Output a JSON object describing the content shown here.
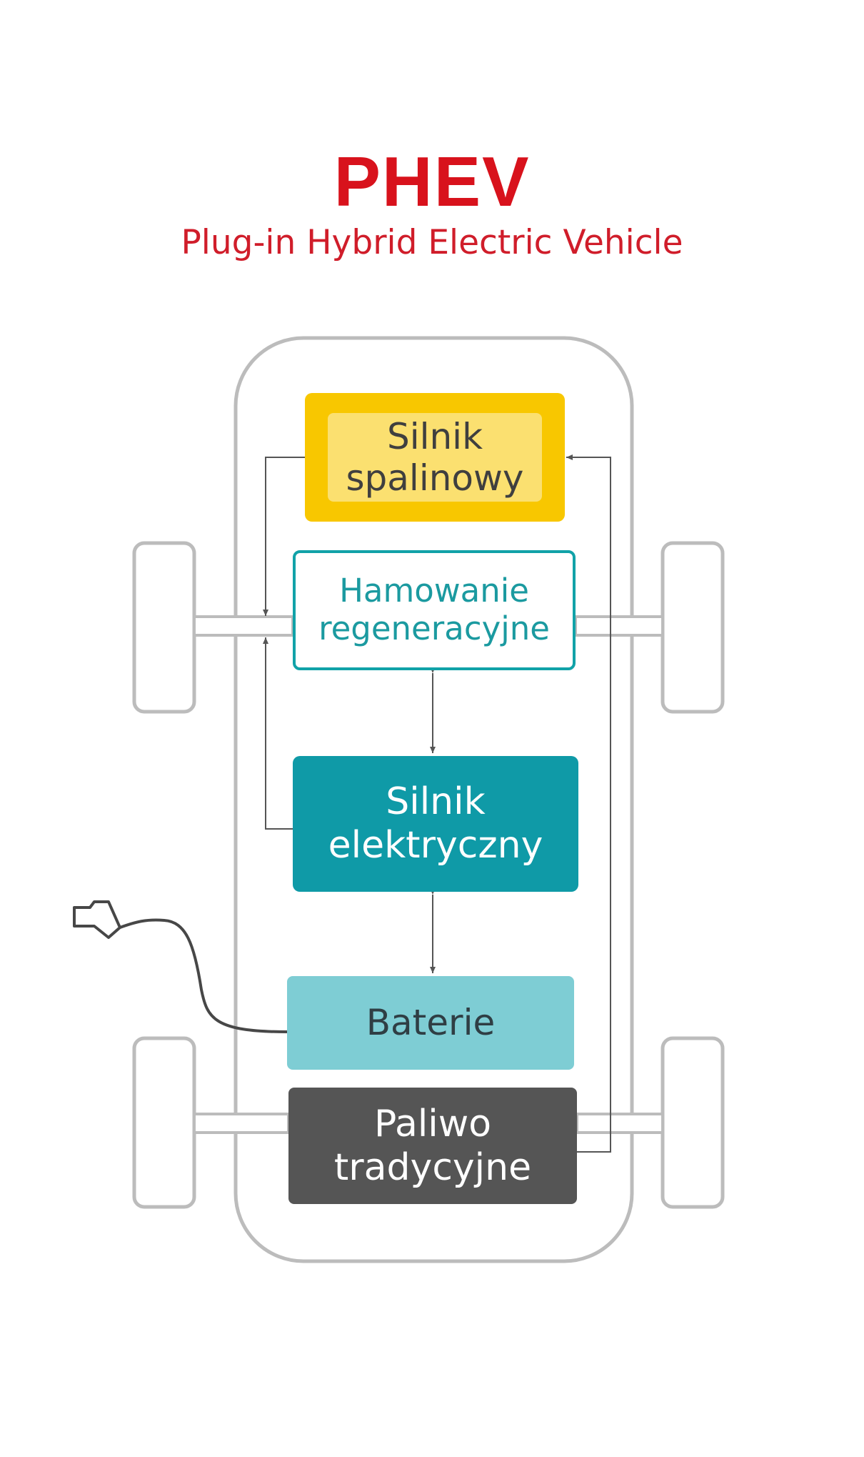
{
  "header": {
    "title": "PHEV",
    "subtitle": "Plug-in Hybrid Electric Vehicle"
  },
  "components": {
    "combustion_engine": {
      "line1": "Silnik",
      "line2": "spalinowy"
    },
    "regenerative_braking": {
      "line1": "Hamowanie",
      "line2": "regeneracyjne"
    },
    "electric_motor": {
      "line1": "Silnik",
      "line2": "elektryczny"
    },
    "battery": {
      "line1": "Baterie"
    },
    "fuel": {
      "line1": "Paliwo",
      "line2": "tradycyjne"
    }
  },
  "colors": {
    "title": "#d8121c",
    "combustion_engine": "#f8c700",
    "regenerative_braking_border": "#11a2a8",
    "electric_motor": "#0f9aa7",
    "battery": "#7ecdd4",
    "fuel": "#555555",
    "car_outline": "#bcbcbc",
    "connector_lines": "#555555"
  }
}
